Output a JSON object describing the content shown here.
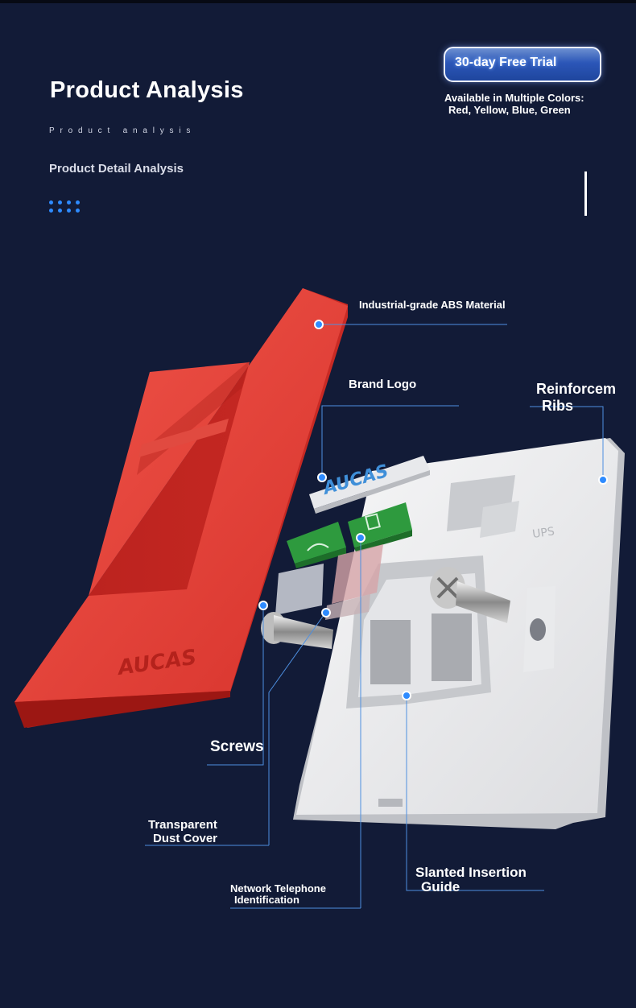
{
  "header": {
    "title": "Product Analysis",
    "subtitle": "Product analysis",
    "detail": "Product Detail Analysis"
  },
  "badge": {
    "trial": "30-day Free Trial"
  },
  "colors": {
    "line1": "Available in Multiple Colors:",
    "line2": "Red, Yellow, Blue, Green"
  },
  "callouts": {
    "abs": "Industrial-grade ABS Material",
    "brand_logo": "Brand Logo",
    "ribs_line1": "Reinforcem",
    "ribs_line2": "Ribs",
    "screws": "Screws",
    "dust_line1": "Transparent",
    "dust_line2": "Dust Cover",
    "net_line1": "Network Telephone",
    "net_line2": "Identification",
    "slant_line1": "Slanted Insertion",
    "slant_line2": "Guide"
  },
  "product": {
    "frame_brand": "AUCAS",
    "logo_text": "AUCAS",
    "accent": "#2e8bff",
    "frame_color": "#e53935",
    "shutter_color": "#2e9a3e"
  }
}
